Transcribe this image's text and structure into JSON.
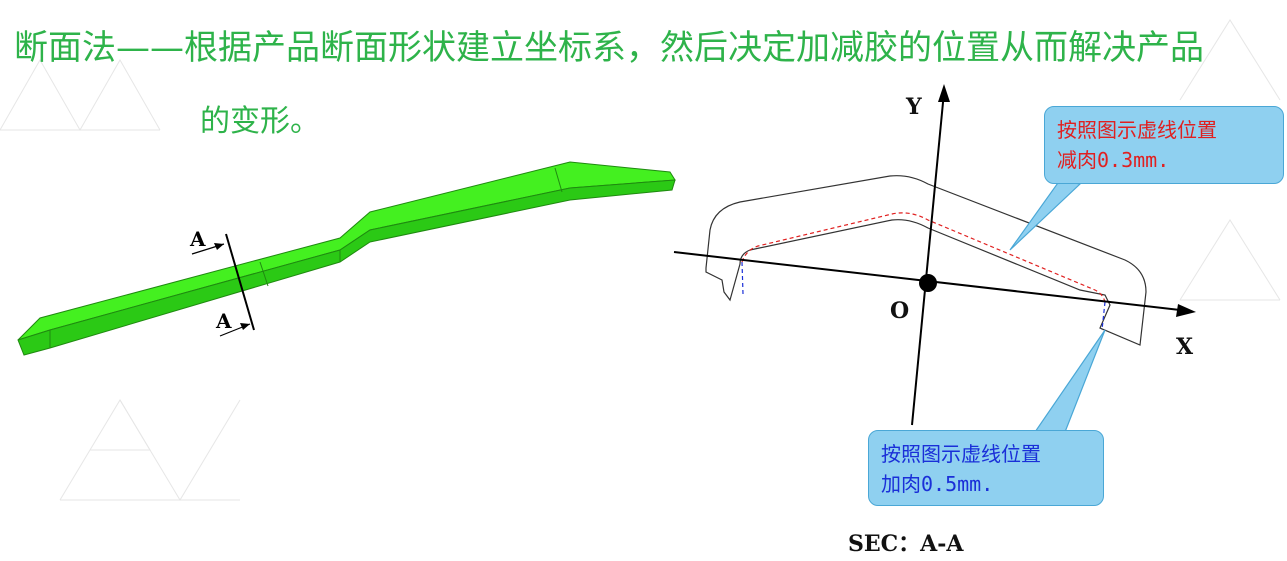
{
  "title": {
    "line1": "断面法——根据产品断面形状建立坐标系，然后决定加减胶的位置从而解决产品",
    "line2": "的变形。"
  },
  "part_view": {
    "section_mark_top": "A",
    "section_mark_bottom": "A",
    "part_color": "#33e51d"
  },
  "section_view": {
    "y_axis_label": "Y",
    "x_axis_label": "X",
    "origin_label": "O",
    "section_label": "SEC：A-A",
    "callout_reduce": {
      "line1": "按照图示虚线位置",
      "line2": "减肉0.3mm.",
      "color": "#e02020"
    },
    "callout_add": {
      "line1": "按照图示虚线位置",
      "line2": "加肉0.5mm.",
      "color": "#1a2fd8"
    }
  },
  "colors": {
    "title": "#2eb34a",
    "callout_fill": "#8fd0f0",
    "callout_border": "#4aa7d6"
  }
}
